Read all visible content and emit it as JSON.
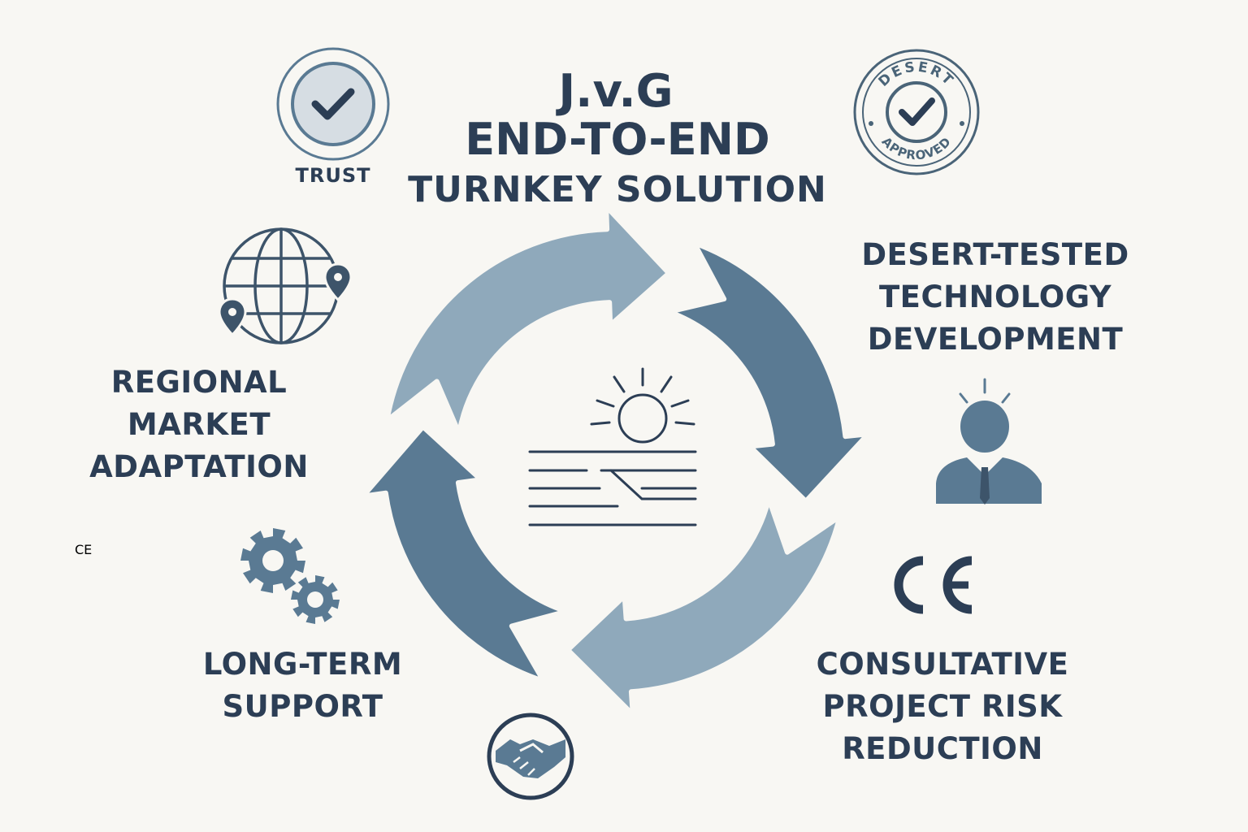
{
  "title": {
    "brand": "J.v.G",
    "line1": "END-TO-END",
    "line2": "TURNKEY  SOLUTION"
  },
  "badges": {
    "trust": "TRUST",
    "stamp_top": "DESERT",
    "stamp_bottom": "APPROVED"
  },
  "labels": {
    "desert_tech": [
      "DESERT-TESTED",
      "TECHNOLOGY",
      "DEVELOPMENT"
    ],
    "regional": [
      "REGIONAL",
      "MARKET",
      "ADAPTATION"
    ],
    "long_term": [
      "LONG-TERM",
      "SUPPORT"
    ],
    "consultative": [
      "CONSULTATIVE",
      "PROJECT RISK",
      "REDUCTION"
    ]
  },
  "ce_mark": "CE",
  "colors": {
    "text": "#2c3e55",
    "arrow_light": "#8fa9bb",
    "arrow_dark": "#5a7a93",
    "background": "#f8f7f3"
  }
}
